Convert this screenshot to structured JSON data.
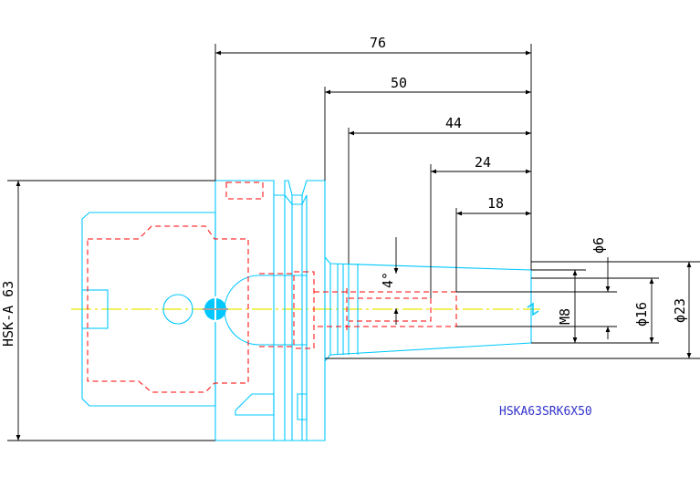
{
  "drawing": {
    "part_number": "HSKA63SRK6X50",
    "interface_label": "HSK-A 63",
    "dimensions": {
      "total_length": "76",
      "gauge_length": "50",
      "taper_length": "44",
      "bore_depth": "24",
      "thread_depth": "18",
      "bore_diameter": "ϕ6",
      "thread_size": "M8",
      "nose_diameter": "ϕ16",
      "max_diameter": "ϕ23",
      "taper_angle": "4°"
    },
    "colors": {
      "outline": "#00c8ff",
      "hidden": "#ff0000",
      "centerline": "#e8e800",
      "dimension": "#000000",
      "part_text": "#3333cc",
      "hub": "#00c8ff"
    }
  }
}
